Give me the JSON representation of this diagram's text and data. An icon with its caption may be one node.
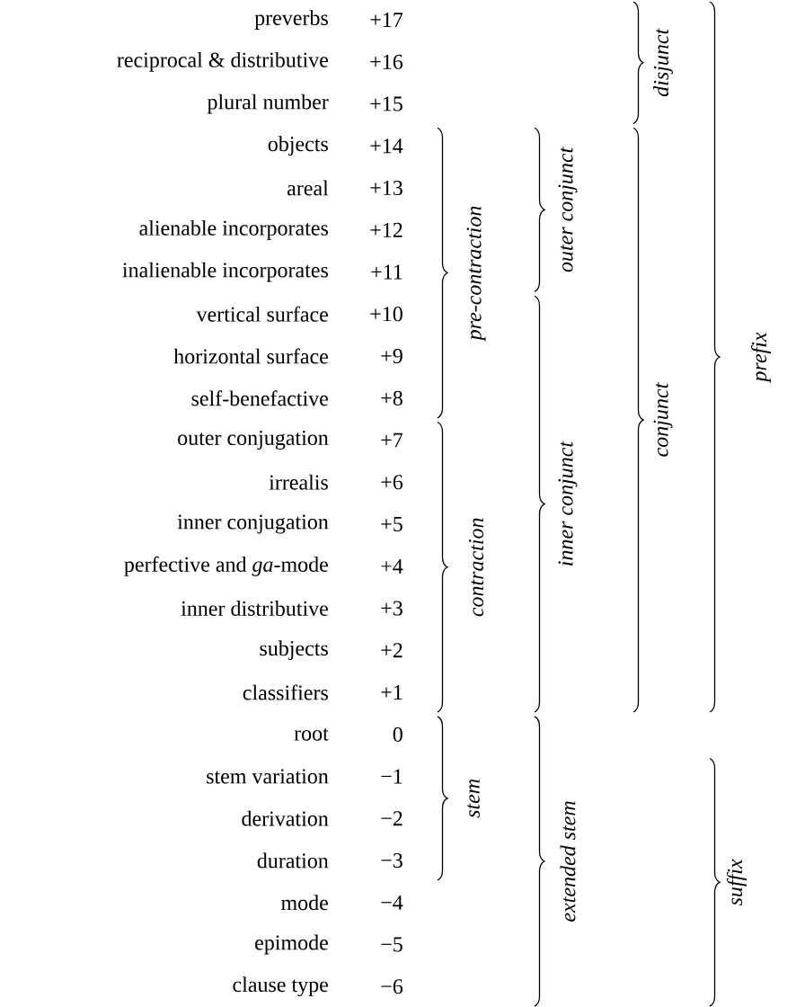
{
  "diagram": {
    "labels": [
      "preverbs",
      "+17",
      "reciprocal & distributive",
      "+16",
      "plural number",
      "+15",
      "objects",
      "+14",
      "areal",
      "+13",
      "alienable incorporates",
      "+12",
      "inalienable incorporates",
      "+11",
      "vertical surface",
      "+10",
      "horizontal surface",
      "+9",
      "self-benefactive",
      "+8",
      "outer conjugation",
      "+7",
      "irrealis",
      "+6",
      "inner conjugation",
      "+5",
      "perfective and *ga*-mode",
      "+4",
      "inner distributive",
      "+3",
      "subjects",
      "+2",
      "classifiers",
      "+1",
      "root",
      "0",
      "stem variation",
      "−1",
      "derivation",
      "−2",
      "duration",
      "−3",
      "mode",
      "−4",
      "epimode",
      "−5",
      "clause type",
      "−6",
      "pre-contraction",
      "contraction",
      "stem",
      "outer conjunct",
      "inner conjunct",
      "extended stem",
      "disjunct",
      "conjunct",
      "suffix",
      "prefix"
    ]
  }
}
